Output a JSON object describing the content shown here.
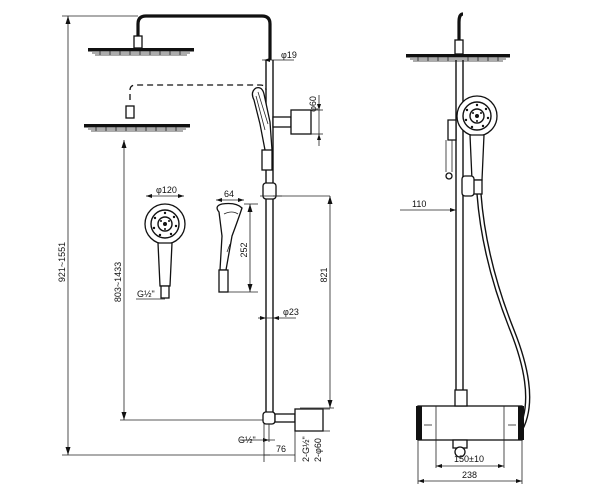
{
  "dimensions": {
    "height_adjustable": "921~1551",
    "height_showerhead": "803~1433",
    "rail_height": "821",
    "top_pipe_diameter": "φ19",
    "bracket_diameter": "φ60",
    "rail_diameter": "φ23",
    "handshower_diameter": "φ120",
    "handshower_depth": "64",
    "handshower_length": "252",
    "handshower_connection": "G½\"",
    "outlet_connection": "G½\"",
    "inlet_connection": "2-G½\"",
    "inlet_cover_diameter": "2-φ60",
    "outlet_offset": "76",
    "wall_offset": "110",
    "inlet_spacing": "150±10",
    "mixer_width": "238"
  },
  "colors": {
    "line": "#111111",
    "background": "#ffffff"
  }
}
